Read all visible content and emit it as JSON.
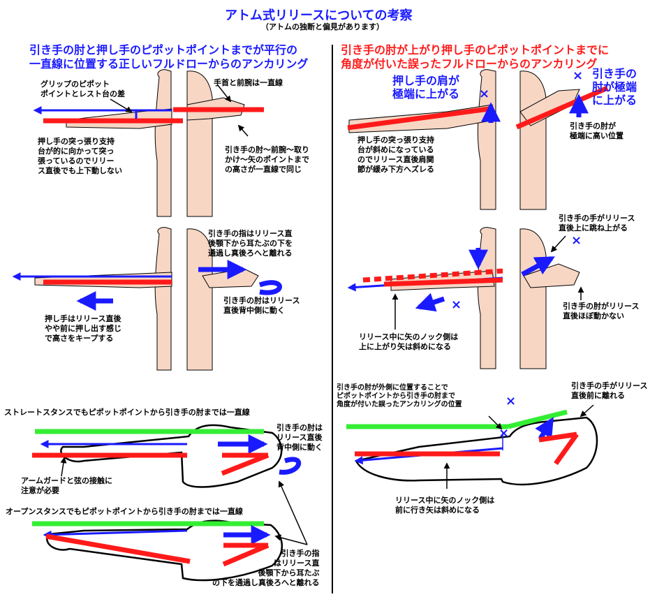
{
  "header": {
    "title": "アトム式リリースについての考察",
    "subtitle": "（アトムの独断と偏見があります）"
  },
  "left": {
    "heading_line1": "引き手の肘と押し手のピポットポイントまでが平行の",
    "heading_line2": "一直線に位置する正しいフルドローからのアンカリング",
    "p1_grip": "グリップのピポット\nポイントとレスト台の差",
    "p1_wrist": "手首と前腕は一直線",
    "p1_push": "押し手の突っ張り支持\n台が的に向かって突っ\n張っているのでリリー\nス直後でも上下動しない",
    "p1_elbow": "引き手の肘～前腕～取り\nかけ～矢のポイントまで\nの高さが一直線で同じ",
    "p2_finger": "引き手の指はリリース直\n後顎下から耳たぶの下を\n通過し真後ろへと離れる",
    "p2_elbowmove": "引き手の肘はリリース\n直後背中側に動く",
    "p2_push": "押し手はリリース直後\nやや前に押し出す感じ\nで高さをキープする",
    "p3_straight": "ストレートスタンスでもピポットポイントから引き手の肘までは一直線",
    "p3_elbow": "引き手の肘は\nリリース直後\n背中側に動く",
    "p3_armguard": "アームガードと弦の接触に\n注意が必要",
    "p3_open": "オープンスタンスでもピポットポイントから引き手の肘までは一直線",
    "p3_finger": "引き手の指\nはリリース直\n後顎下から耳たぶ\nの下を通過し真後ろへと離れる"
  },
  "right": {
    "heading_line1": "引き手の肘が上がり押し手のピポットポイントまでに",
    "heading_line2": "角度が付いた誤ったフルドローからのアンカリング",
    "p1_shoulder": "押し手の肩が\n極端に上がる",
    "p1_elbowup": "引き手の\n肘が極端\nに上がる",
    "p1_elbowhigh": "引き手の肘が\n極端に高い位置",
    "p1_push": "押し手の突っ張り支持\n台が斜めになっている\nのでリリース直後肩関\n節が緩み下方へズレる",
    "p2_hand": "引き手の手がリリース\n直後上に跳ね上がる",
    "p2_elbow": "引き手の肘がリリース\n直後ほぼ動かない",
    "p2_nock": "リリース中に矢のノック側は\n上に上がり矢は斜めになる",
    "p3_elbowout": "引き手の肘が外側に位置することで\nピポットポイントから引き手の肘まで\n角度が付いた誤ったアンカリングの位置",
    "p3_handfwd": "引き手の手がリリース\n直後前に離れる",
    "p3_nock": "リリース中に矢のノック側は\n前に行き矢は斜めになる"
  },
  "marks": {
    "x": "×"
  },
  "colors": {
    "blue": "#1a1aff",
    "red": "#ff1a1a",
    "green": "#33ee33",
    "skin": "#f7d6c4"
  }
}
